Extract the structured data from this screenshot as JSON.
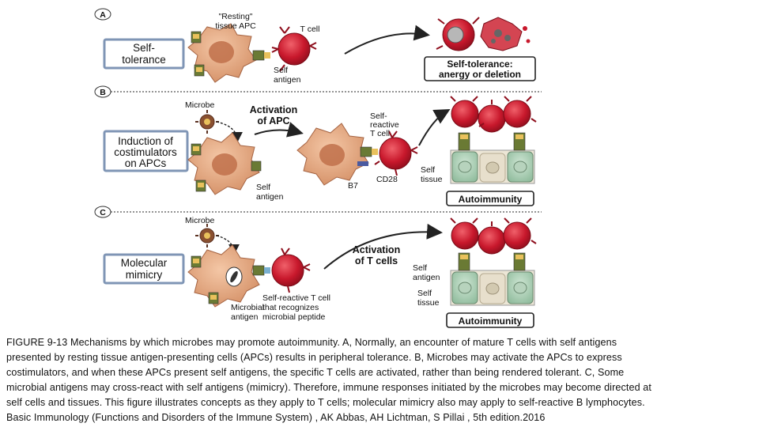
{
  "panels": {
    "a": {
      "letter": "A",
      "box_label": [
        "Self-",
        "tolerance"
      ],
      "apc_label": [
        "\"Resting\"",
        "tissue APC"
      ],
      "tcell_label": "T cell",
      "self_antigen": [
        "Self",
        "antigen"
      ],
      "outcome": [
        "Self-tolerance:",
        "anergy or deletion"
      ]
    },
    "b": {
      "letter": "B",
      "box_label": [
        "Induction of",
        "costimulators",
        "on APCs"
      ],
      "microbe": "Microbe",
      "activation": [
        "Activation",
        "of APC"
      ],
      "tcell_label": [
        "Self-",
        "reactive",
        "T cell"
      ],
      "self_antigen": [
        "Self",
        "antigen"
      ],
      "b7": "B7",
      "cd28": "CD28",
      "self_tissue": [
        "Self",
        "tissue"
      ],
      "outcome": "Autoimmunity"
    },
    "c": {
      "letter": "C",
      "box_label": [
        "Molecular",
        "mimicry"
      ],
      "microbe": "Microbe",
      "activation": [
        "Activation",
        "of T cells"
      ],
      "microbial_antigen": [
        "Microbial",
        "antigen"
      ],
      "tcell_label": [
        "Self-reactive T cell",
        "that recognizes",
        "microbial peptide"
      ],
      "self_antigen": [
        "Self",
        "antigen"
      ],
      "self_tissue": [
        "Self",
        "tissue"
      ],
      "outcome": "Autoimmunity"
    }
  },
  "caption": [
    "FIGURE 9-13 Mechanisms by which microbes may promote autoimmunity. A, Normally, an encounter of mature T cells with self antigens",
    "presented by resting tissue antigen-presenting cells (APCs) results in peripheral tolerance. B, Microbes may activate the APCs to express",
    "costimulators, and when these APCs present self antigens, the specific T cells are activated, rather than being rendered tolerant. C, Some",
    "microbial antigens may cross-react with self antigens (mimicry). Therefore, immune responses initiated by the microbes may become directed at",
    "self cells and tissues. This figure illustrates concepts as they apply to T cells; molecular mimicry also may apply to self-reactive B lymphocytes.",
    "Basic Immunology (Functions and Disorders of the Immune System) , AK Abbas, AH Lichtman, S Pillai , 5th edition.2016"
  ],
  "colors": {
    "apc": "#e0a27c",
    "apc_nucleus": "#c0704a",
    "tcell": "#c8182c",
    "tcell_dark": "#8e0e1c",
    "receptor": "#6a7a34",
    "tissue": "#a9cdb2",
    "tissue_light": "#ece6d6",
    "microbe": "#8a5030",
    "box_border": "#7f95b5"
  }
}
